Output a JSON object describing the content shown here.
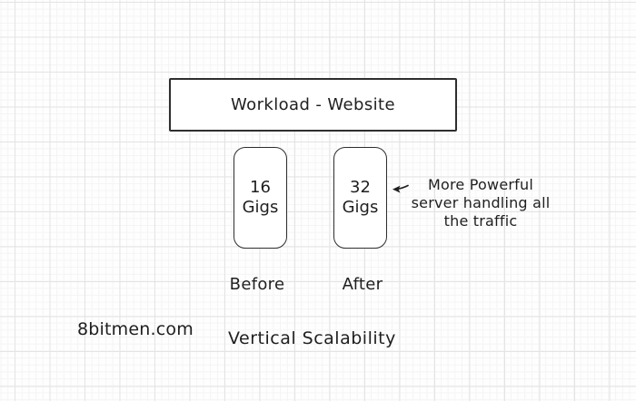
{
  "diagram": {
    "workload_box": {
      "label": "Workload - Website"
    },
    "servers": [
      {
        "size": "16",
        "unit": "Gigs",
        "caption": "Before"
      },
      {
        "size": "32",
        "unit": "Gigs",
        "caption": "After"
      }
    ],
    "annotation": {
      "lines": [
        "More Powerful",
        "server handling all",
        "the traffic"
      ],
      "arrow_icon": "arrow-left-icon"
    },
    "watermark": "8bitmen.com",
    "caption": "Vertical Scalability",
    "colors": {
      "ink": "#1f1f1f",
      "box_border": "#2e2e2e",
      "box_fill": "#ffffff",
      "grid_major": "#e4e4e4",
      "grid_minor": "#f4f4f4",
      "background": "#fefefe"
    }
  }
}
